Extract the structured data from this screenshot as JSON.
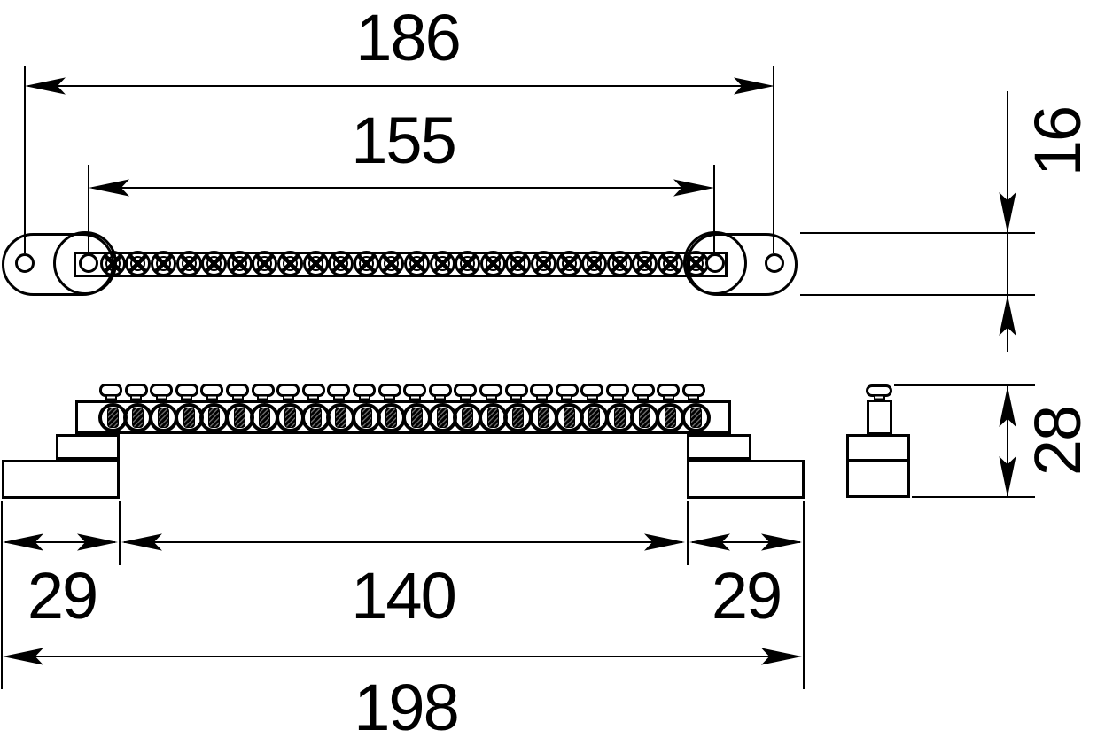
{
  "meta": {
    "drawing_type": "technical dimension drawing",
    "line_color": "#000000",
    "background_color": "#ffffff"
  },
  "dims": {
    "hole_span_outer": "186",
    "hole_span_inner": "155",
    "body_height": "16",
    "overall_height": "28",
    "left_foot_width": "29",
    "feet_inner_span": "140",
    "right_foot_width": "29",
    "overall_length": "198"
  },
  "screws": {
    "count": 24
  }
}
